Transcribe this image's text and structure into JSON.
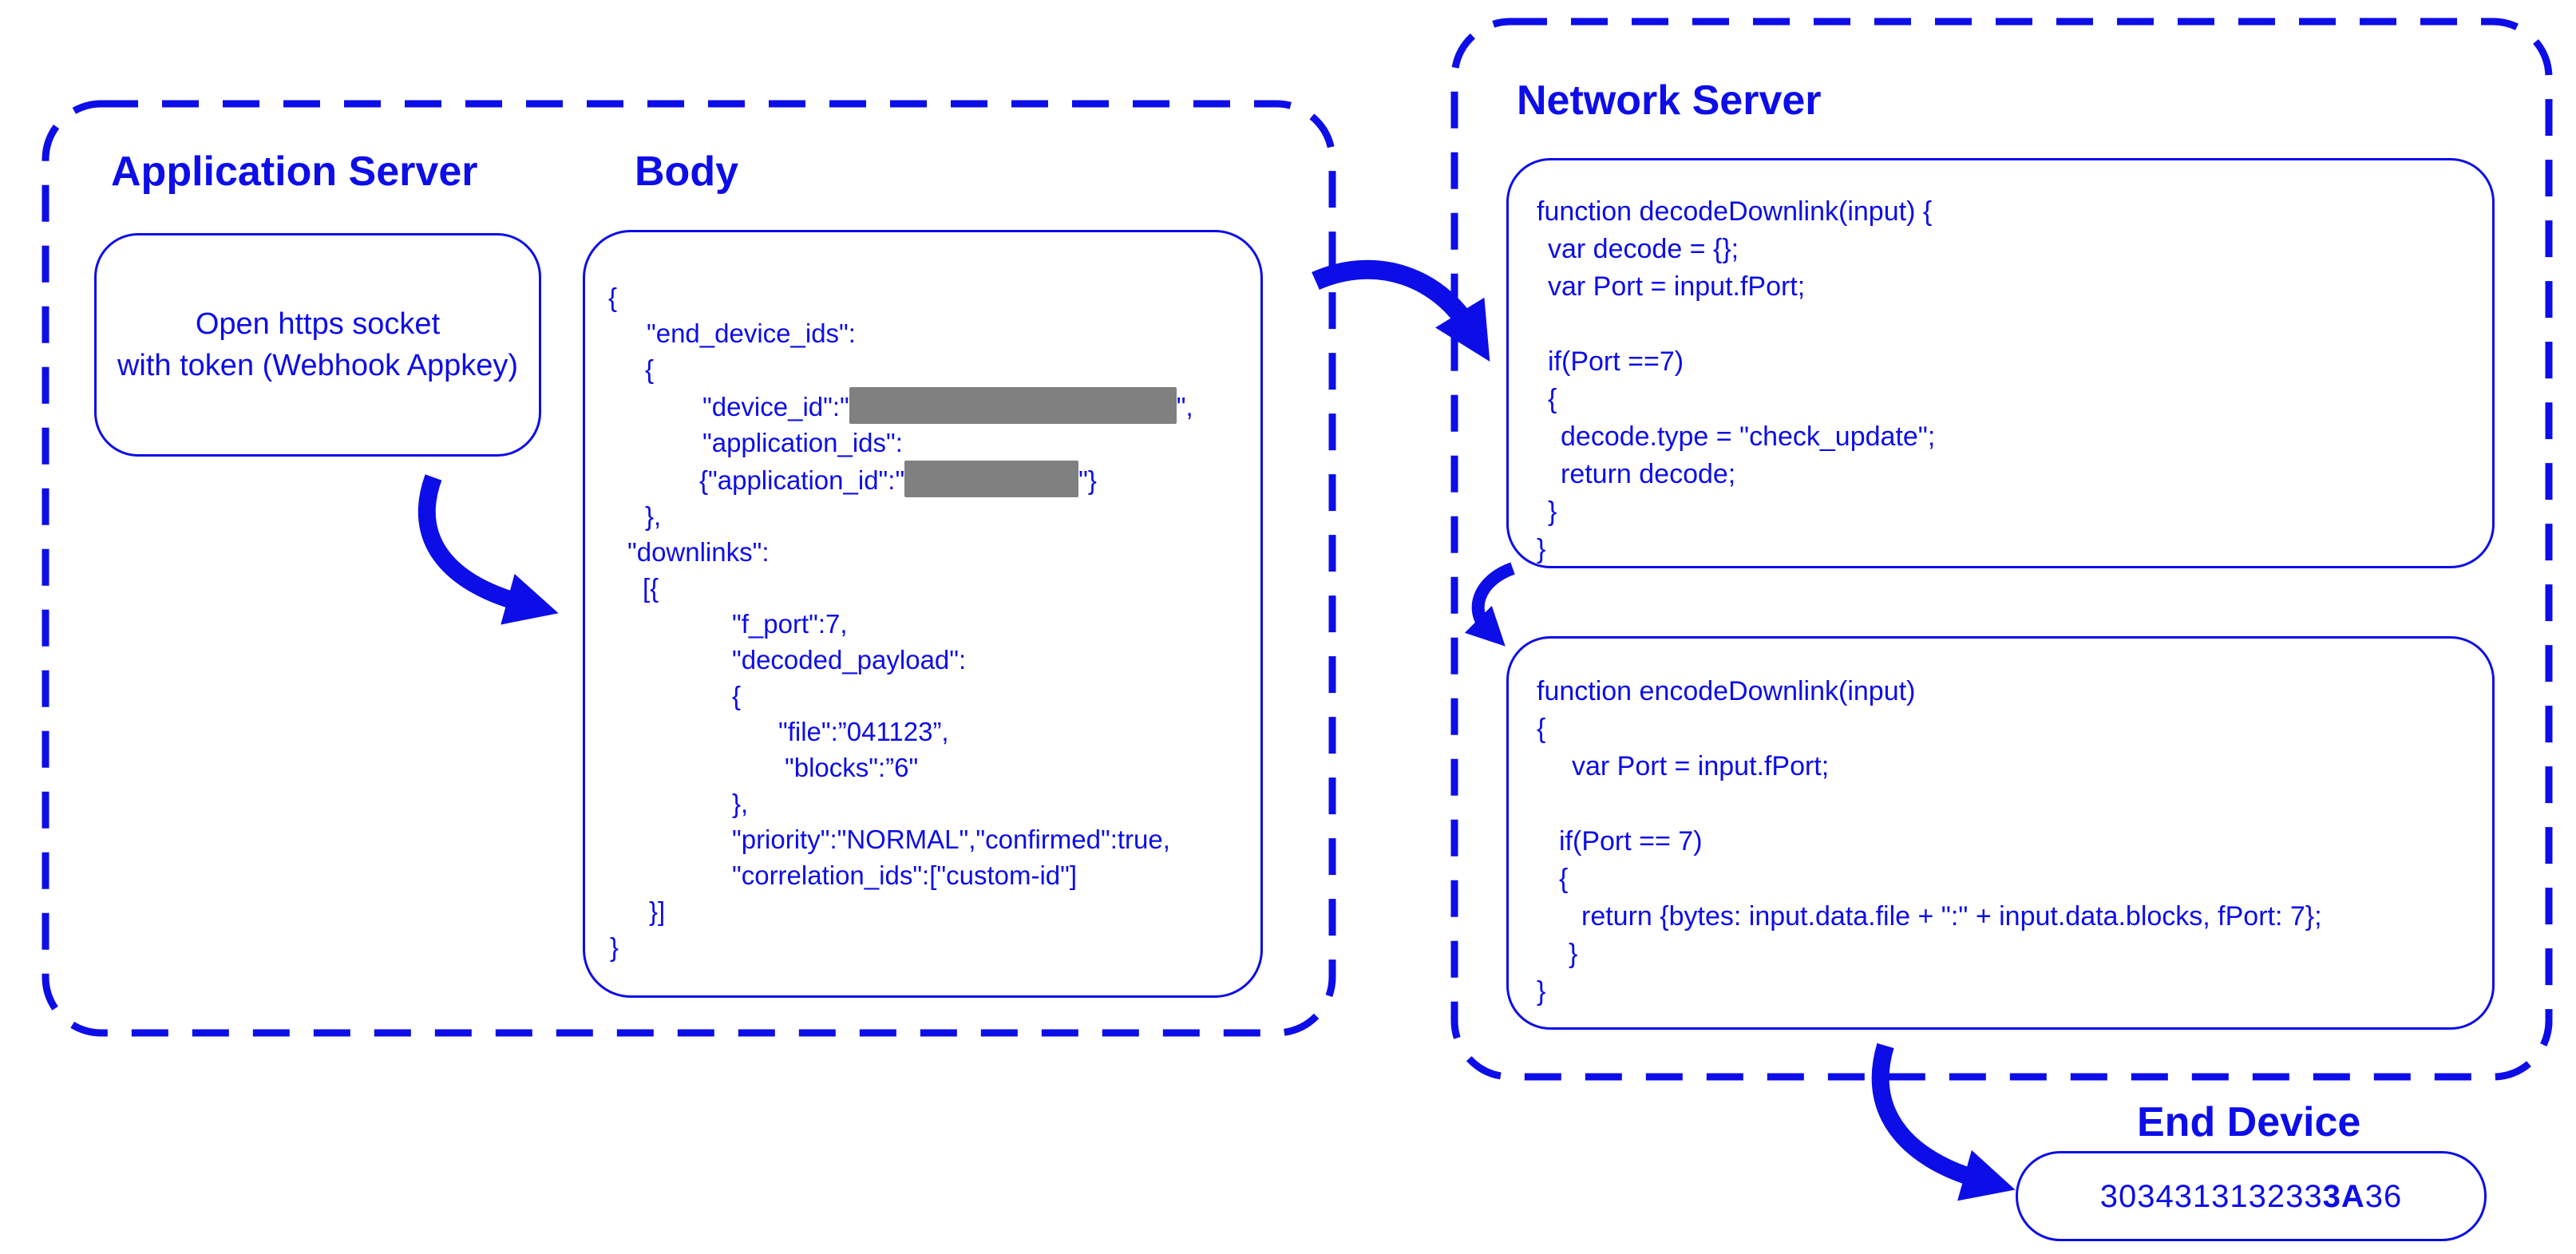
{
  "colors": {
    "accent_blue": "#0d0de8",
    "redaction_gray": "#808080"
  },
  "application_server": {
    "title": "Application Server",
    "socket_box": {
      "line1": "Open https socket",
      "line2": "with token (Webhook Appkey)"
    },
    "body": {
      "title": "Body",
      "code_lines": [
        {
          "indent": 0,
          "seg": [
            {
              "t": "{"
            }
          ]
        },
        {
          "indent": 48,
          "seg": [
            {
              "t": "\"end_device_ids\":"
            }
          ]
        },
        {
          "indent": 46,
          "seg": [
            {
              "t": "{"
            }
          ]
        },
        {
          "indent": 118,
          "seg": [
            {
              "t": "\"device_id\":\""
            },
            {
              "r": 410
            },
            {
              "t": "\","
            }
          ]
        },
        {
          "indent": 118,
          "seg": [
            {
              "t": "\"application_ids\":"
            }
          ]
        },
        {
          "indent": 114,
          "seg": [
            {
              "t": "{\"application_id\":\""
            },
            {
              "r": 218
            },
            {
              "t": "\"}"
            }
          ]
        },
        {
          "indent": 46,
          "seg": [
            {
              "t": "},"
            }
          ]
        },
        {
          "indent": 24,
          "seg": [
            {
              "t": "\"downlinks\":"
            }
          ]
        },
        {
          "indent": 43,
          "seg": [
            {
              "t": "[{"
            }
          ]
        },
        {
          "indent": 155,
          "seg": [
            {
              "t": "\"f_port\":7,"
            }
          ]
        },
        {
          "indent": 155,
          "seg": [
            {
              "t": "\"decoded_payload\":"
            }
          ]
        },
        {
          "indent": 155,
          "seg": [
            {
              "t": "{"
            }
          ]
        },
        {
          "indent": 213,
          "seg": [
            {
              "t": "\"file\":”041123”,"
            }
          ]
        },
        {
          "indent": 221,
          "seg": [
            {
              "t": "\"blocks\":”6\""
            }
          ]
        },
        {
          "indent": 155,
          "seg": [
            {
              "t": "},"
            }
          ]
        },
        {
          "indent": 155,
          "seg": [
            {
              "t": "\"priority\":\"NORMAL\",\"confirmed\":true,"
            }
          ]
        },
        {
          "indent": 155,
          "seg": [
            {
              "t": "\"correlation_ids\":[\"custom-id\"]"
            }
          ]
        },
        {
          "indent": 51,
          "seg": [
            {
              "t": "}]"
            }
          ]
        },
        {
          "indent": 2,
          "seg": [
            {
              "t": "}"
            }
          ]
        }
      ]
    }
  },
  "network_server": {
    "title": "Network Server",
    "decoder": {
      "code_lines": [
        {
          "indent": 0,
          "seg": [
            {
              "t": "function decodeDownlink(input) {"
            }
          ]
        },
        {
          "indent": 14,
          "seg": [
            {
              "t": "var decode = {};"
            }
          ]
        },
        {
          "indent": 14,
          "seg": [
            {
              "t": "var Port = input.fPort;"
            }
          ]
        },
        {
          "indent": 0,
          "seg": []
        },
        {
          "indent": 14,
          "seg": [
            {
              "t": "if(Port ==7)"
            }
          ]
        },
        {
          "indent": 14,
          "seg": [
            {
              "t": "{"
            }
          ]
        },
        {
          "indent": 30,
          "seg": [
            {
              "t": "decode.type = \"check_update\";"
            }
          ]
        },
        {
          "indent": 30,
          "seg": [
            {
              "t": "return decode;"
            }
          ]
        },
        {
          "indent": 14,
          "seg": [
            {
              "t": "}"
            }
          ]
        },
        {
          "indent": 0,
          "seg": [
            {
              "t": "}"
            }
          ]
        }
      ]
    },
    "encoder": {
      "code_lines": [
        {
          "indent": 0,
          "seg": [
            {
              "t": "function encodeDownlink(input)"
            }
          ]
        },
        {
          "indent": 0,
          "seg": [
            {
              "t": "{"
            }
          ]
        },
        {
          "indent": 44,
          "seg": [
            {
              "t": "var Port = input.fPort;"
            }
          ]
        },
        {
          "indent": 0,
          "seg": []
        },
        {
          "indent": 28,
          "seg": [
            {
              "t": "if(Port == 7)"
            }
          ]
        },
        {
          "indent": 28,
          "seg": [
            {
              "t": "{"
            }
          ]
        },
        {
          "indent": 56,
          "seg": [
            {
              "t": "return {bytes: input.data.file + \":\" + input.data.blocks, fPort: 7};"
            }
          ]
        },
        {
          "indent": 40,
          "seg": [
            {
              "t": "}"
            }
          ]
        },
        {
          "indent": 0,
          "seg": [
            {
              "t": "}"
            }
          ]
        }
      ]
    }
  },
  "end_device": {
    "title": "End Device",
    "value_prefix": "303431313233",
    "value_bold": "3A",
    "value_suffix": "36"
  }
}
